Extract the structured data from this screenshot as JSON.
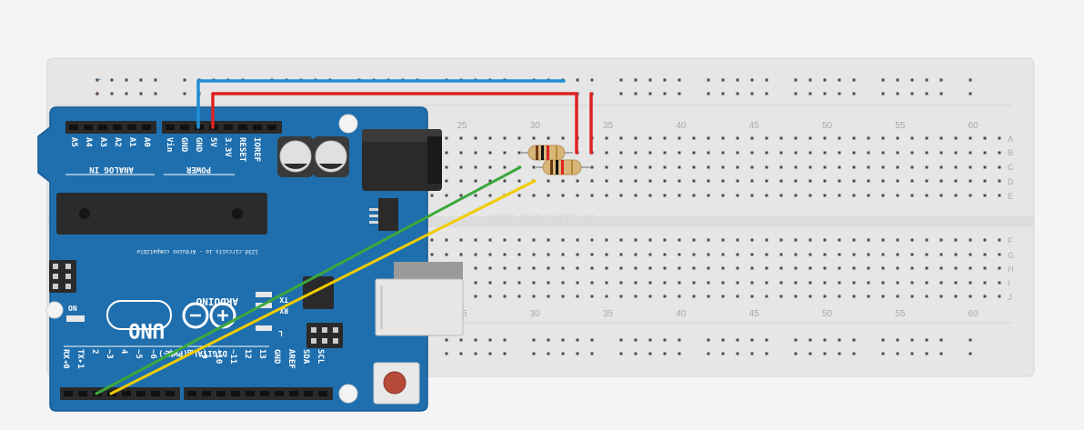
{
  "watermark": "123D.CIRCUITS.IO",
  "breadboard": {
    "column_numbers": [
      "25",
      "30",
      "35",
      "40",
      "45",
      "50",
      "55",
      "60"
    ],
    "row_letters_top": [
      "A",
      "B",
      "C",
      "D",
      "E"
    ],
    "row_letters_bottom": [
      "F",
      "G",
      "H",
      "I",
      "J"
    ],
    "rail_minus": "−",
    "rail_plus": "+"
  },
  "arduino": {
    "logo": "ARDUINO",
    "model": "UNO",
    "on_label": "ON",
    "credit": "123d.circuits.io - Arduino compatible",
    "analog_header_title": "ANALOG IN",
    "power_header_title": "POWER",
    "digital_header_title": "DIGITAL (PWM~)",
    "analog_pins": [
      "A5",
      "A4",
      "A3",
      "A2",
      "A1",
      "A0"
    ],
    "power_pins": [
      "Vin",
      "GND",
      "GND",
      "5V",
      "3.3V",
      "RESET",
      "IOREF"
    ],
    "digital_pins_low": [
      "RX◂0",
      "TX▸1",
      "2",
      "~3",
      "4",
      "~5",
      "~6",
      "7"
    ],
    "digital_pins_high": [
      "8",
      "~9",
      "~10",
      "~11",
      "12",
      "13",
      "GND",
      "AREF",
      "SDA",
      "SCL"
    ],
    "led_labels": [
      "TX",
      "RX",
      "L"
    ]
  },
  "colors": {
    "board": "#1f6fae",
    "breadboard": "#e6e6e6",
    "wire_gnd": "#1f8fd6",
    "wire_5v": "#dd2222",
    "wire_green": "#3ca83c",
    "wire_yellow": "#f1cc00",
    "resistor_body": "#d8b67a"
  }
}
